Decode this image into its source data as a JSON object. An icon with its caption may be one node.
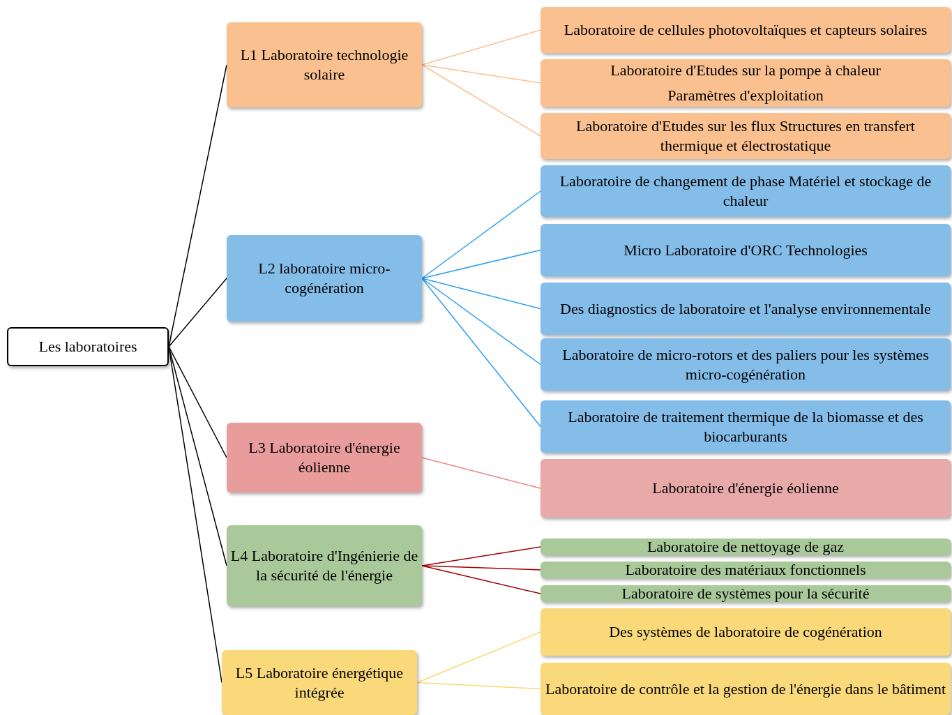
{
  "diagram": {
    "nodes": [
      {
        "text": [
          "Les laboratoires"
        ]
      },
      {
        "text": [
          "L1 Laboratoire technologie solaire"
        ]
      },
      {
        "text": [
          "Laboratoire de cellules photovoltaïques et capteurs solaires"
        ]
      },
      {
        "text": [
          "Laboratoire d'Etudes sur la pompe à chaleur",
          "Paramètres d'exploitation"
        ]
      },
      {
        "text": [
          "Laboratoire d'Etudes sur les flux Structures en transfert thermique et électrostatique"
        ]
      },
      {
        "text": [
          "L2 laboratoire micro-cogénération"
        ]
      },
      {
        "text": [
          "Laboratoire de changement de phase Matériel et stockage de chaleur"
        ]
      },
      {
        "text": [
          "Micro Laboratoire d'ORC Technologies"
        ]
      },
      {
        "text": [
          "Des diagnostics de laboratoire et l'analyse environnementale"
        ]
      },
      {
        "text": [
          "Laboratoire de micro-rotors et des paliers pour les systèmes micro-cogénération"
        ]
      },
      {
        "text": [
          "Laboratoire de traitement thermique de la biomasse et des biocarburants"
        ]
      },
      {
        "text": [
          "L3 Laboratoire d'énergie éolienne"
        ]
      },
      {
        "text": [
          "Laboratoire d'énergie éolienne"
        ]
      },
      {
        "text": [
          "L4 Laboratoire d'Ingénierie de la sécurité de l'énergie"
        ]
      },
      {
        "text": [
          "Laboratoire de nettoyage de gaz"
        ]
      },
      {
        "text": [
          "Laboratoire des matériaux fonctionnels"
        ]
      },
      {
        "text": [
          "Laboratoire de systèmes pour la sécurité"
        ]
      },
      {
        "text": [
          "L5 Laboratoire énergétique intégrée"
        ]
      },
      {
        "text": [
          "Des systèmes de laboratoire de cogénération"
        ]
      },
      {
        "text": [
          "Laboratoire de contrôle et la gestion de l'énergie dans le bâtiment"
        ]
      }
    ],
    "edges": [
      {
        "from": 0,
        "to": 1,
        "arrow": "none"
      },
      {
        "from": 0,
        "to": 5,
        "arrow": "none"
      },
      {
        "from": 0,
        "to": 11,
        "arrow": "none"
      },
      {
        "from": 0,
        "to": 13,
        "arrow": "none"
      },
      {
        "from": 0,
        "to": 17,
        "arrow": "none"
      },
      {
        "from": 1,
        "to": 2,
        "arrow": "none",
        "color": "#fac08f"
      },
      {
        "from": 1,
        "to": 3,
        "arrow": "none",
        "color": "#fac08f"
      },
      {
        "from": 1,
        "to": 4,
        "arrow": "none",
        "color": "#fac08f"
      },
      {
        "from": 5,
        "to": 6,
        "arrow": "none",
        "color": "#2a9df4"
      },
      {
        "from": 5,
        "to": 7,
        "arrow": "none",
        "color": "#2a9df4"
      },
      {
        "from": 5,
        "to": 8,
        "arrow": "none",
        "color": "#2a9df4"
      },
      {
        "from": 5,
        "to": 9,
        "arrow": "none",
        "color": "#2a9df4"
      },
      {
        "from": 5,
        "to": 10,
        "arrow": "none",
        "color": "#2a9df4"
      },
      {
        "from": 11,
        "to": 12,
        "arrow": "none",
        "color": "#f08484"
      },
      {
        "from": 13,
        "to": 14,
        "arrow": "none",
        "color": "#a00000"
      },
      {
        "from": 13,
        "to": 15,
        "arrow": "none",
        "color": "#a00000"
      },
      {
        "from": 13,
        "to": 16,
        "arrow": "none",
        "color": "#a00000"
      },
      {
        "from": 17,
        "to": 18,
        "arrow": "none",
        "color": "#f9d86f"
      },
      {
        "from": 17,
        "to": 19,
        "arrow": "none",
        "color": "#f9d86f"
      }
    ]
  }
}
